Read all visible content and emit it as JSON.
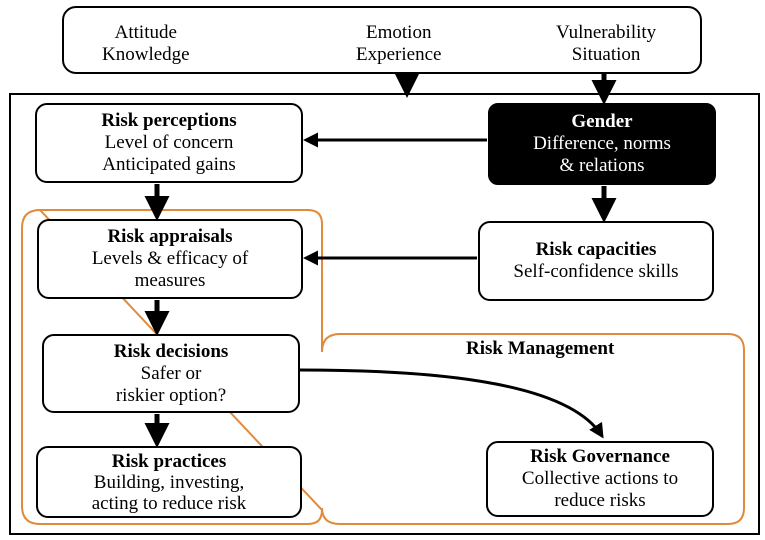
{
  "top": {
    "col1": [
      "Attitude",
      "Knowledge"
    ],
    "col2": [
      "Emotion",
      "Experience"
    ],
    "col3": [
      "Vulnerability",
      "Situation"
    ]
  },
  "gender": {
    "title": "Gender",
    "lines": [
      "Difference, norms",
      "& relations"
    ]
  },
  "perceptions": {
    "title": "Risk perceptions",
    "lines": [
      "Level of concern",
      "Anticipated gains"
    ]
  },
  "appraisals": {
    "title": "Risk appraisals",
    "lines": [
      "Levels & efficacy of",
      "measures"
    ]
  },
  "capacities": {
    "title": "Risk capacities",
    "lines": [
      "Self-confidence skills"
    ]
  },
  "decisions": {
    "title": "Risk decisions",
    "lines": [
      "Safer or",
      "riskier option?"
    ]
  },
  "practices": {
    "title": "Risk practices",
    "lines": [
      "Building, investing,",
      "acting to reduce risk"
    ]
  },
  "governance": {
    "title": "Risk Governance",
    "lines": [
      "Collective actions to",
      "reduce risks"
    ]
  },
  "risk_management": {
    "label": "Risk Management"
  },
  "colors": {
    "outline": "#000000",
    "risk_management_boundary": "#e08a3c",
    "gender_fill": "#000000",
    "gender_text": "#ffffff"
  }
}
